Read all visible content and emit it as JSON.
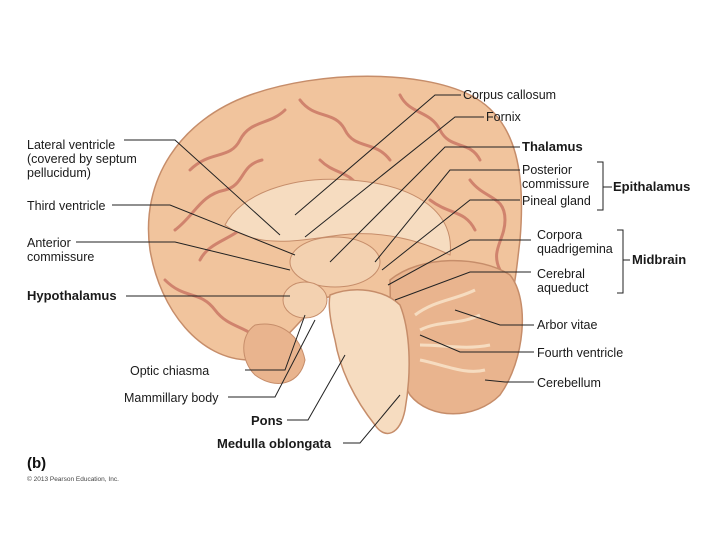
{
  "figure": {
    "letter": "(b)",
    "copyright": "© 2013 Pearson Education, Inc."
  },
  "labels": {
    "corpus_callosum": "Corpus callosum",
    "fornix": "Fornix",
    "thalamus": "Thalamus",
    "posterior_commissure": "Posterior commissure",
    "pineal_gland": "Pineal gland",
    "epithalamus": "Epithalamus",
    "corpora_quadrigemina": "Corpora quadrigemina",
    "cerebral_aqueduct": "Cerebral aqueduct",
    "midbrain": "Midbrain",
    "arbor_vitae": "Arbor vitae",
    "fourth_ventricle": "Fourth ventricle",
    "cerebellum": "Cerebellum",
    "lateral_ventricle": "Lateral ventricle (covered by septum pellucidum)",
    "third_ventricle": "Third ventricle",
    "anterior_commissure": "Anterior commissure",
    "hypothalamus": "Hypothalamus",
    "optic_chiasma": "Optic chiasma",
    "mammillary_body": "Mammillary body",
    "pons": "Pons",
    "medulla_oblongata": "Medulla oblongata"
  },
  "colors": {
    "brain": "#f1c49d",
    "brain_dark": "#d9a07a",
    "vessel": "#c87462",
    "brainstem": "#f6dcc0",
    "line": "#222222"
  }
}
